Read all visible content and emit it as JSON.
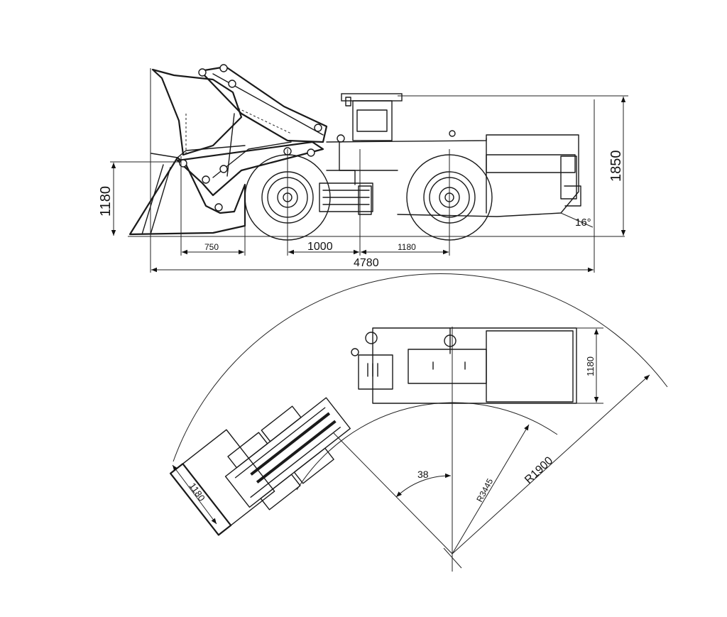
{
  "side_view": {
    "dimensions": {
      "height_total": "1850",
      "bucket_height": "1180",
      "bucket_offset": "750",
      "front_axle": "1000",
      "rear_axle": "1180",
      "overall_length": "4780",
      "departure_angle": "16°"
    }
  },
  "top_view": {
    "dimensions": {
      "width": "1180",
      "bucket_width": "1180",
      "angle": "38",
      "inner_radius": "R3445",
      "outer_radius": "R1900"
    }
  }
}
